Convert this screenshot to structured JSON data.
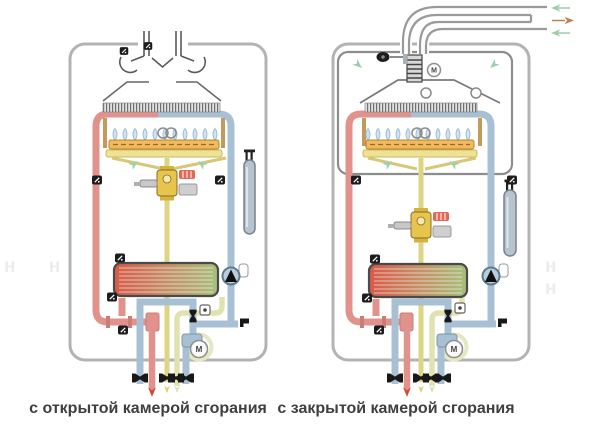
{
  "captions": {
    "left": "с открытой камерой сгорания",
    "right": "с закрытой камерой сгорания"
  },
  "labels": {
    "motor": "M"
  },
  "watermark": {
    "left": "н н",
    "right": "н н"
  },
  "colors": {
    "pipe_red": "#e2928c",
    "pipe_red_dark": "#c97d74",
    "pipe_blue": "#a8c0d4",
    "pipe_gas": "#ddd584",
    "pipe_dhw": "#dfe3ae",
    "burner_orange": "#f0ba60",
    "burner_pale": "#efe195",
    "flame_blue": "#cfe4f2",
    "hx_hot": "#d85a48",
    "hx_cold": "#a6c07c",
    "arrow_green": "#9ccfae",
    "arrow_exhaust": "#c08050",
    "cabinet_gray": "#b3b3b3",
    "caption_text": "#3f3f3f"
  },
  "icons": {
    "pump": "circle-with-black-triangle",
    "motor": "circle-with-letter-M",
    "shutoff_valve": "black-bowtie",
    "sensor": "black-square-clip",
    "drain_valve": "black-L-shape",
    "flow_sensor": "white-square-with-dot",
    "fan": "ribbed-block",
    "pressure_switch": "black-oval"
  }
}
